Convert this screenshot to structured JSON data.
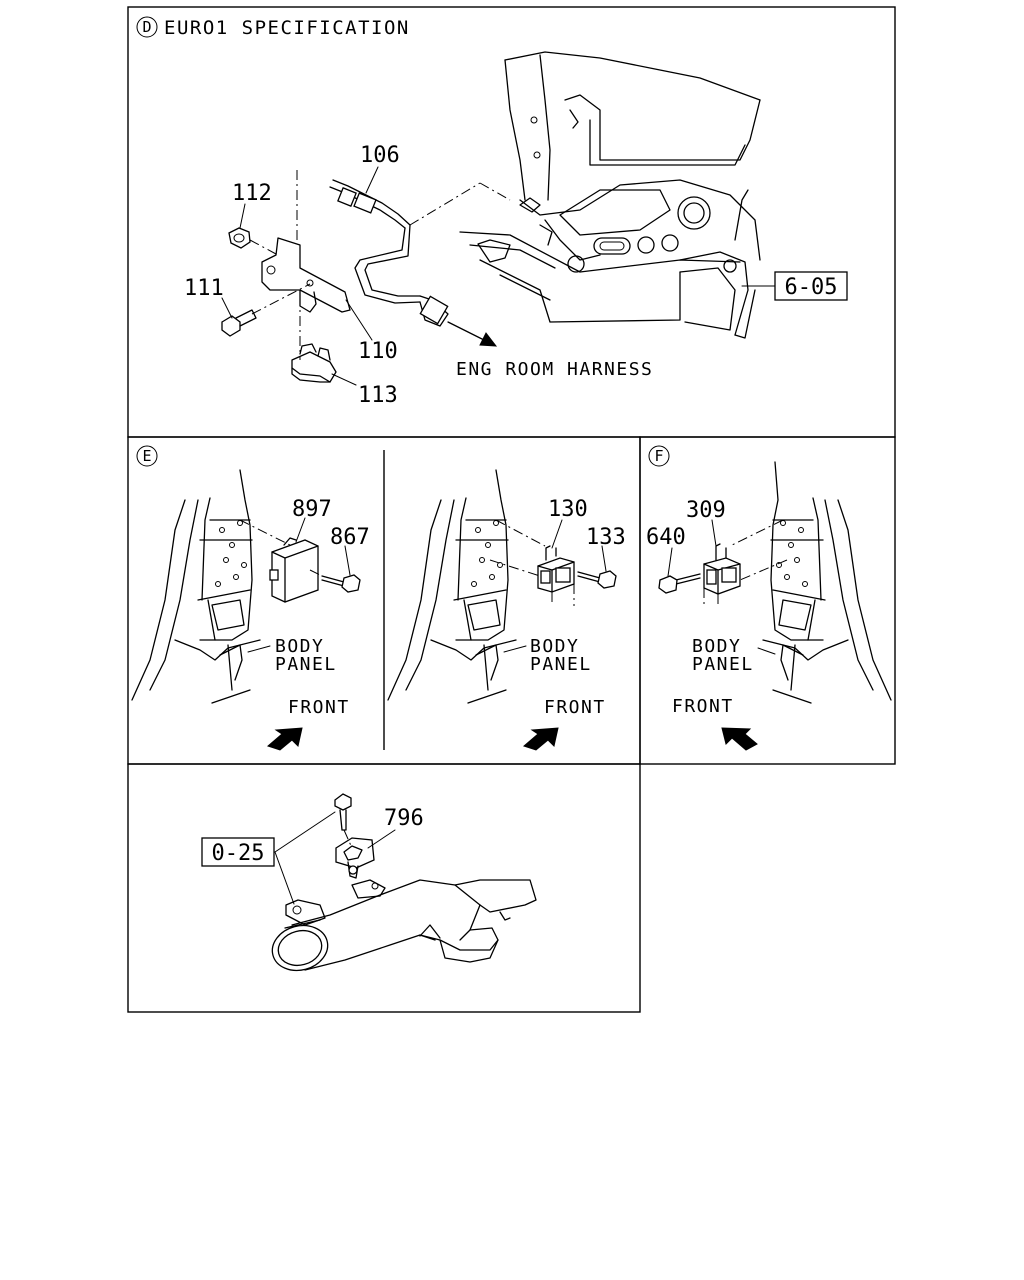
{
  "panel_d": {
    "marker": "D",
    "title": "EURO1 SPECIFICATION",
    "callouts": {
      "c106": "106",
      "c112": "112",
      "c111": "111",
      "c110": "110",
      "c113": "113"
    },
    "harness_label": "ENG ROOM HARNESS",
    "ref_box": "6-05"
  },
  "panel_e": {
    "marker": "E",
    "left": {
      "callout_a": "897",
      "callout_b": "867",
      "body_line1": "BODY",
      "body_line2": "PANEL",
      "front": "FRONT"
    },
    "right": {
      "callout_a": "130",
      "callout_b": "133",
      "body_line1": "BODY",
      "body_line2": "PANEL",
      "front": "FRONT"
    }
  },
  "panel_f": {
    "marker": "F",
    "callout_a": "309",
    "callout_b": "640",
    "body_line1": "BODY",
    "body_line2": "PANEL",
    "front": "FRONT"
  },
  "panel_bottom": {
    "ref_box": "0-25",
    "callout": "796"
  }
}
